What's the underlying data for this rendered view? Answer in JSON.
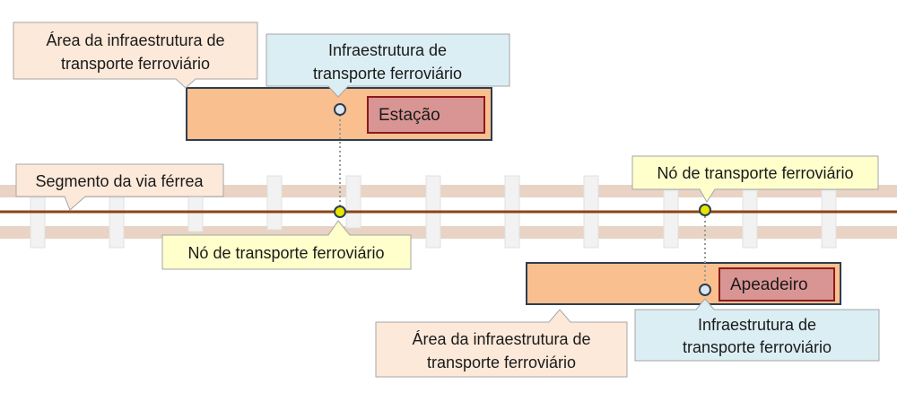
{
  "callouts": {
    "area_top": {
      "line1": "Área da infraestrutura de",
      "line2": "transporte ferroviário"
    },
    "infra_top": {
      "line1": "Infraestrutura de",
      "line2": "transporte ferroviário"
    },
    "segment": {
      "text": "Segmento da via férrea"
    },
    "node_left": {
      "text": "Nó de transporte ferroviário"
    },
    "node_right": {
      "text": "Nó de transporte ferroviário"
    },
    "area_bottom": {
      "line1": "Área da infraestrutura de",
      "line2": "transporte ferroviário"
    },
    "infra_bottom": {
      "line1": "Infraestrutura de",
      "line2": "transporte ferroviário"
    }
  },
  "features": {
    "station_label": "Estação",
    "halt_label": "Apeadeiro"
  },
  "colors": {
    "rail": "#8b4513",
    "track_bed": "#e8d3c5",
    "sleeper": "#f2f2f2",
    "area_fill": "#f9bf8f",
    "area_border": "#2c3e50",
    "feature_fill": "#d99594",
    "feature_border": "#8b1a1a",
    "node_fill": "#e6e600",
    "point_fill": "#dce6f2",
    "callout_peach": "#fde9d9",
    "callout_blue": "#dbeef4",
    "callout_yellow": "#ffffcc",
    "callout_grey_border": "#a6a6a6"
  }
}
